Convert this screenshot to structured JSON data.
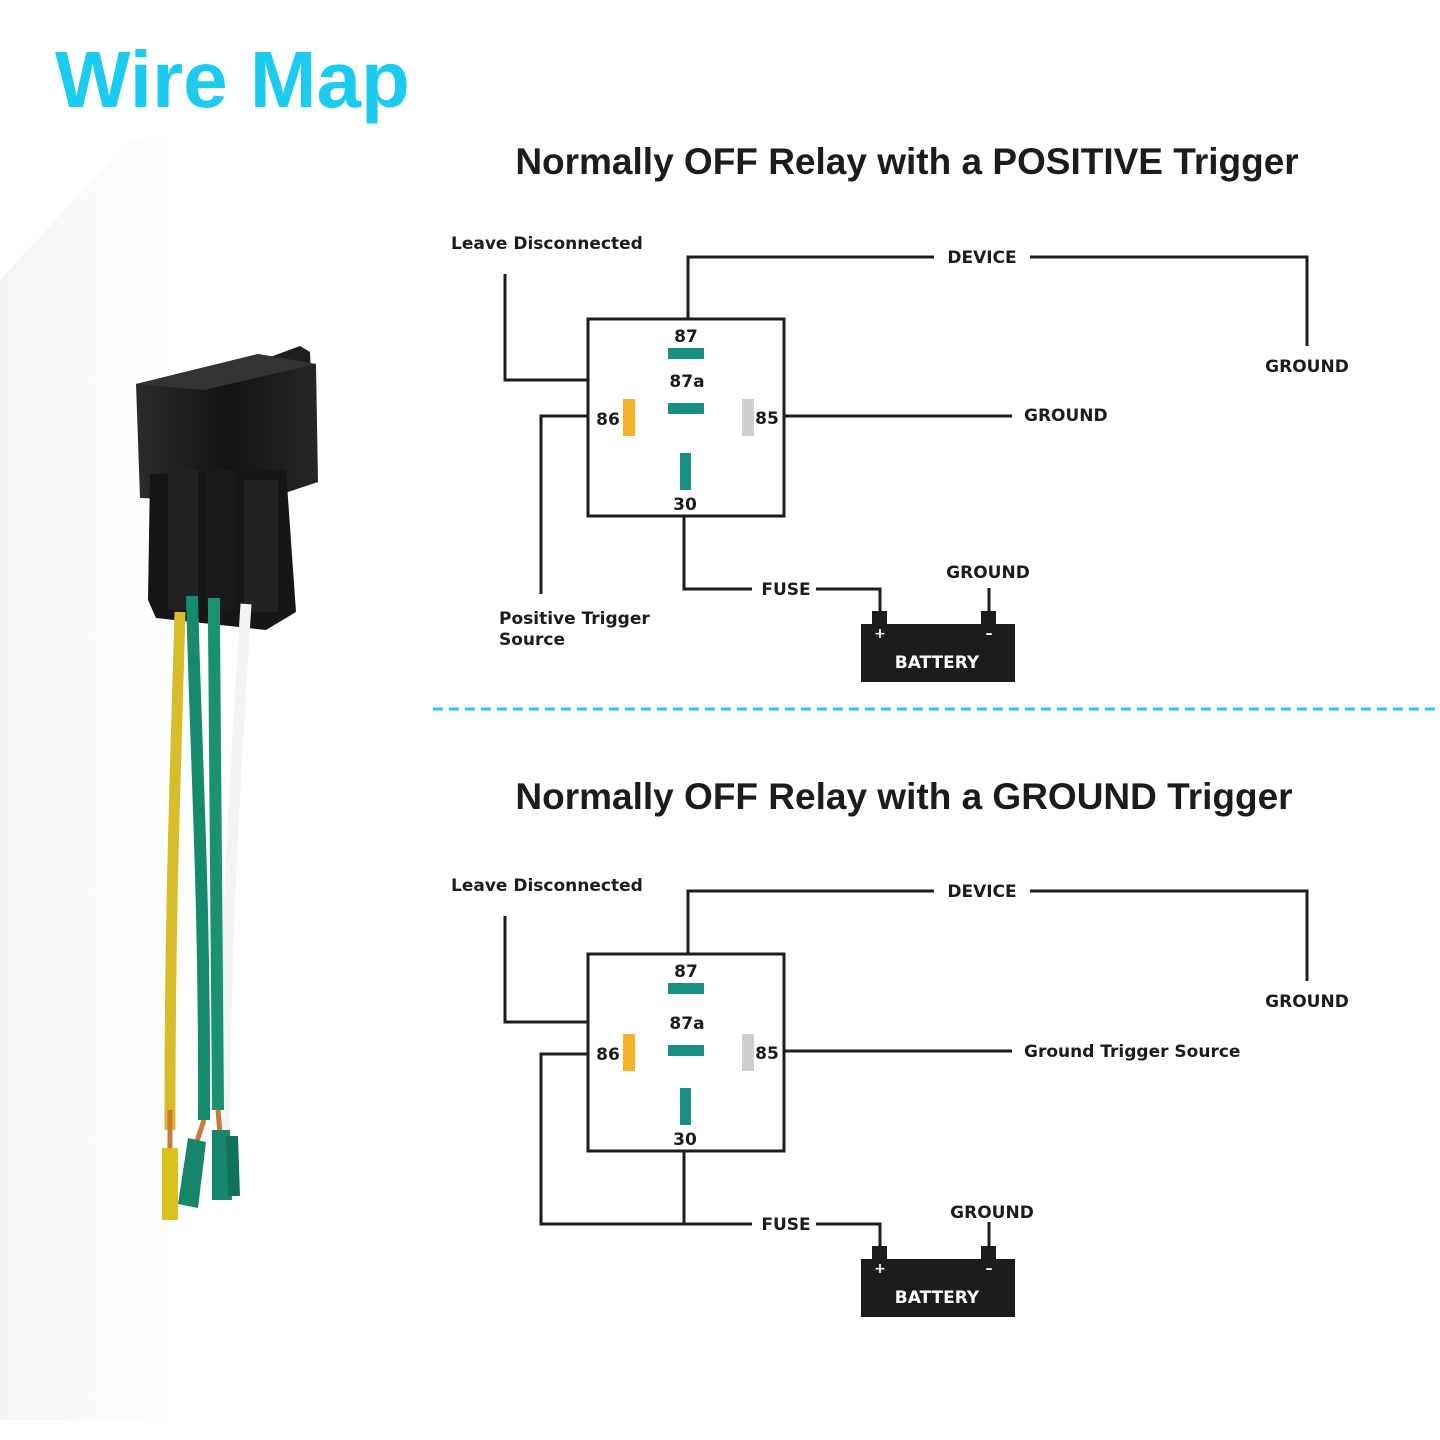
{
  "title": "Wire Map",
  "colors": {
    "title": "#1bcbf0",
    "ink": "#1c1c1c",
    "pin_green": "#188f80",
    "pin_yellow": "#f2b327",
    "pin_grey": "#cfcfcf",
    "divider": "#1bcbf0",
    "wire_yellow": "#d8bc2a",
    "wire_green": "#158a6c",
    "wire_white": "#f4f4f4"
  },
  "photo": {
    "subject": "relay with harness socket",
    "wire_colors": [
      "yellow",
      "green",
      "green",
      "white"
    ]
  },
  "diagrams": [
    {
      "title": "Normally OFF Relay with a POSITIVE Trigger",
      "labels": {
        "leave": "Leave Disconnected",
        "device": "DEVICE",
        "ground_device": "GROUND",
        "ground_85": "GROUND",
        "trigger_line1": "Positive Trigger",
        "trigger_line2": "Source",
        "fuse": "FUSE",
        "ground_battery": "GROUND",
        "battery": "BATTERY",
        "plus": "+",
        "minus": "–"
      },
      "pins": {
        "p87": "87",
        "p87a": "87a",
        "p86": "86",
        "p85": "85",
        "p30": "30"
      }
    },
    {
      "title": "Normally OFF Relay with a GROUND Trigger",
      "labels": {
        "leave": "Leave Disconnected",
        "device": "DEVICE",
        "ground_device": "GROUND",
        "ground_85": "Ground Trigger Source",
        "fuse": "FUSE",
        "ground_battery": "GROUND",
        "battery": "BATTERY",
        "plus": "+",
        "minus": "–"
      },
      "pins": {
        "p87": "87",
        "p87a": "87a",
        "p86": "86",
        "p85": "85",
        "p30": "30"
      }
    }
  ]
}
